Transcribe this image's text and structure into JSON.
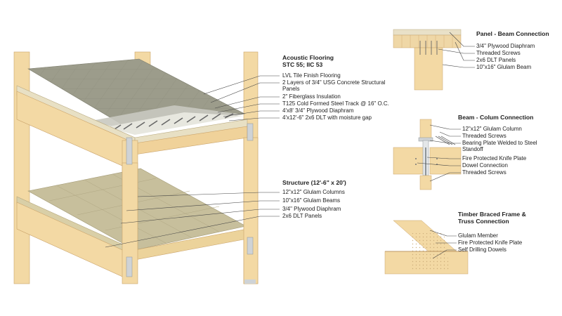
{
  "acoustic": {
    "heading_line1": "Acoustic Flooring",
    "heading_line2": "STC 55; IIC 53",
    "labels": [
      "LVL Tile Finish Flooring",
      "2 Layers of 3/4\" USG Concrete Structural Panels",
      "2\" Fiberglass Insulation",
      "T125 Cold Formed Steel Track @ 16\" O.C.",
      "4'x8' 3/4\" Plywood Diaphram",
      "4'x12'-6\" 2x6 DLT with moisture gap"
    ]
  },
  "structure": {
    "heading": "Structure (12'-6\" x 20')",
    "labels": [
      "12\"x12\" Glulam Columns",
      "10\"x16\" Glulam Beams",
      "3/4\" Plywood Diaphram",
      "2x6 DLT Panels"
    ]
  },
  "panel_beam": {
    "heading": "Panel - Beam Connection",
    "labels": [
      "3/4\" Plywood Diaphram",
      "Threaded Screws",
      "2x6 DLT Panels",
      "10\"x16\" Glulam Beam"
    ]
  },
  "beam_column": {
    "heading": "Beam - Colum Connection",
    "labels": [
      "12\"x12\" Glulam Column",
      "Threaded Screws",
      "Bearing Plate Welded to Steel Standoff",
      "Fire Protected Knife Plate",
      "Dowel Connection",
      "Threaded Screws"
    ]
  },
  "timber_truss": {
    "heading_line1": "Timber Braced Frame &",
    "heading_line2": "Truss Connection",
    "labels": [
      "Glulam Member",
      "Fire Protected Knife Plate",
      "Self Drilling Dowels"
    ]
  },
  "colors": {
    "glulam": "#f3d9a4",
    "glulam_dark": "#dcb577",
    "finish_floor": "#9c9c8b",
    "plywood": "#c7bf9c",
    "steel": "#cfd3d6",
    "leader": "#444444"
  }
}
